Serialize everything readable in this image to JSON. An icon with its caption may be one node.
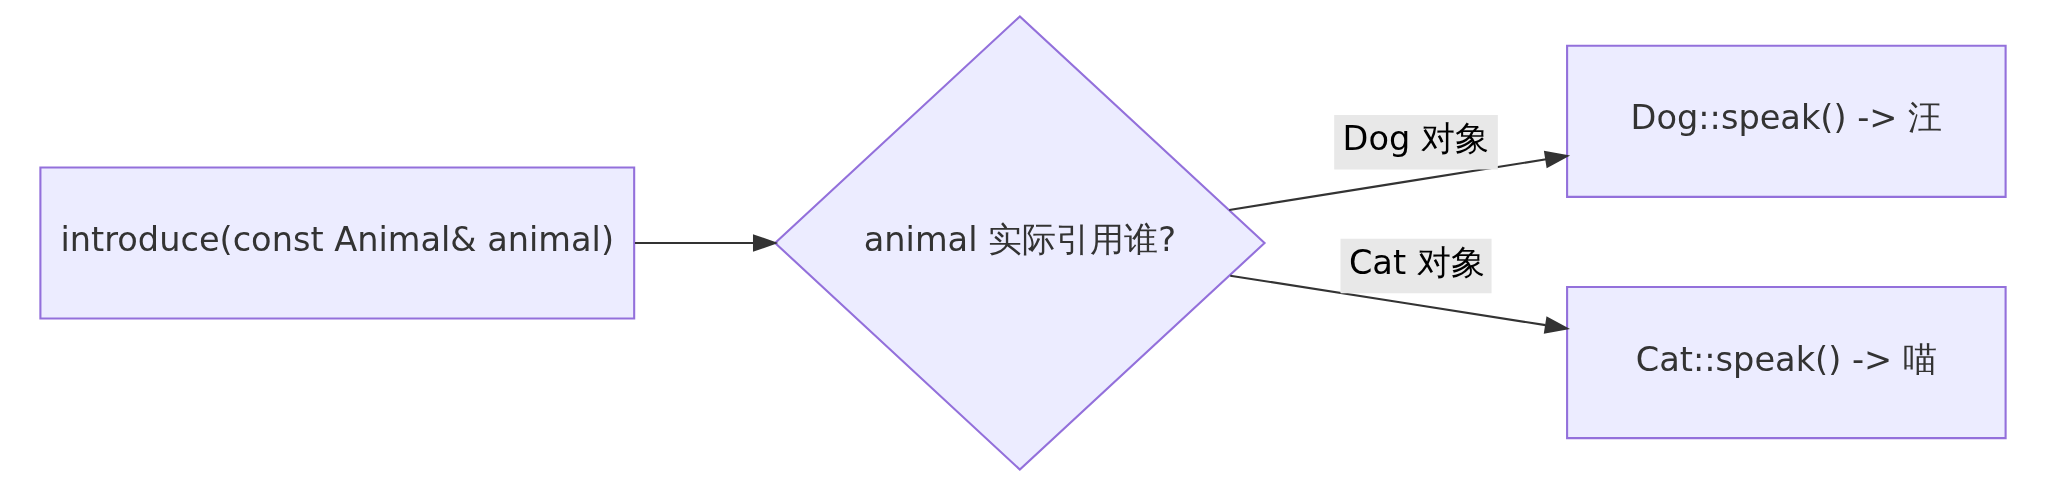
{
  "diagram": {
    "nodes": [
      {
        "text": [
          "introduce(const Animal& animal)"
        ]
      },
      {
        "text": [
          "animal 实际引用谁?"
        ]
      },
      {
        "text": [
          "Dog::speak() -> 汪"
        ]
      },
      {
        "text": [
          "Cat::speak() -> 喵"
        ]
      }
    ],
    "edges": [
      {
        "from": 0,
        "to": 1,
        "arrow": "to"
      },
      {
        "from": 1,
        "to": 2,
        "arrow": "to",
        "label": "Dog 对象"
      },
      {
        "from": 1,
        "to": 3,
        "arrow": "to",
        "label": "Cat 对象"
      }
    ]
  }
}
